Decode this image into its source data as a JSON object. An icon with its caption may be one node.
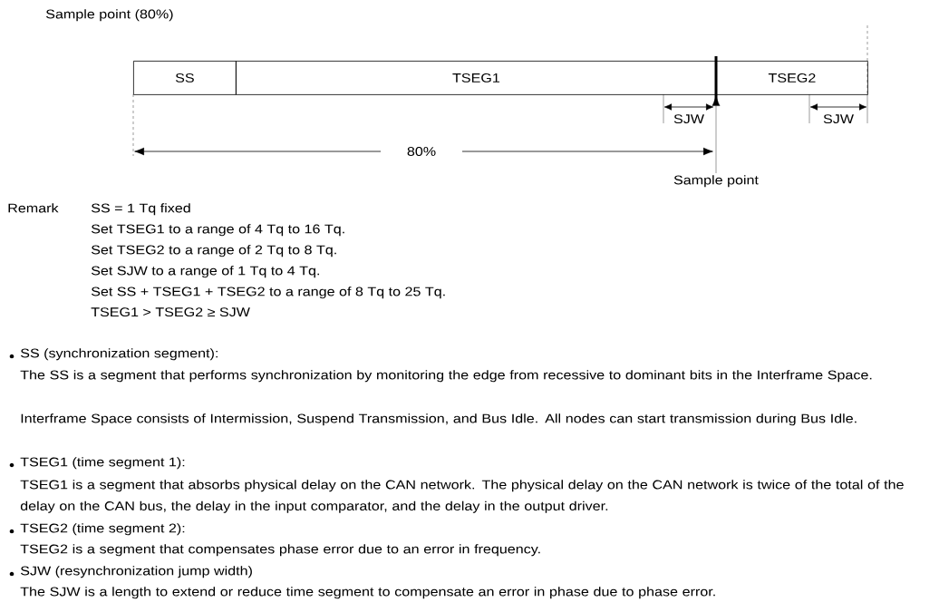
{
  "diagram": {
    "nodes": [
      {
        "text": [
          "SS"
        ]
      },
      {
        "text": [
          "TSEG1"
        ]
      },
      {
        "text": [
          "TSEG2"
        ]
      },
      {
        "text": [
          "Sample point"
        ]
      }
    ],
    "edges": [
      {
        "from": 3,
        "to": 2,
        "arrow": "to"
      }
    ],
    "labels": [
      "Sample point (80%)",
      "SJW",
      "SJW",
      "80%",
      "Remark",
      "SS = 1 Tq fixed",
      "Set TSEG1 to a range of 4 Tq to 16 Tq.",
      "Set TSEG2 to a range of 2 Tq to 8 Tq.",
      "Set SJW to a range of 1 Tq to 4 Tq.",
      "Set SS + TSEG1 + TSEG2 to a range of 8 Tq to 25 Tq.",
      "TSEG1 > TSEG2 ≥ SJW",
      "SS (synchronization segment):",
      "The SS is a segment that performs synchronization by monitoring the edge from recessive to dominant bits in the Interframe Space.",
      "Interframe Space consists of Intermission, Suspend Transmission, and Bus Idle. All nodes can start transmission during Bus Idle.",
      "TSEG1 (time segment 1):",
      "TSEG1 is a segment that absorbs physical delay on the CAN network. The physical delay on the CAN network is twice of the total of the delay on the CAN bus, the delay in the input comparator, and the delay in the output driver.",
      "TSEG2 (time segment 2):",
      "TSEG2 is a segment that compensates phase error due to an error in frequency.",
      "SJW (resynchronization jump width)",
      "The SJW is a length to extend or reduce time segment to compensate an error in phase due to phase error."
    ]
  }
}
